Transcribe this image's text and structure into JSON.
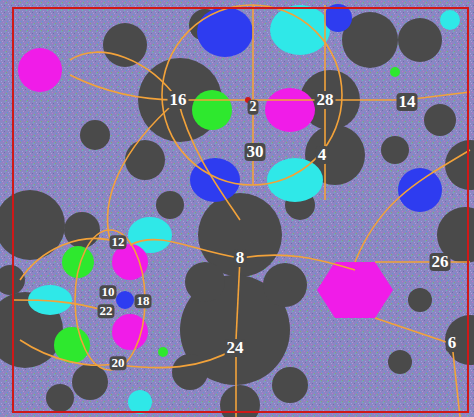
{
  "diagram": {
    "labels": [
      "2",
      "28",
      "16",
      "30",
      "14",
      "4",
      "12",
      "8",
      "26",
      "10",
      "18",
      "22",
      "24",
      "6",
      "20"
    ]
  }
}
